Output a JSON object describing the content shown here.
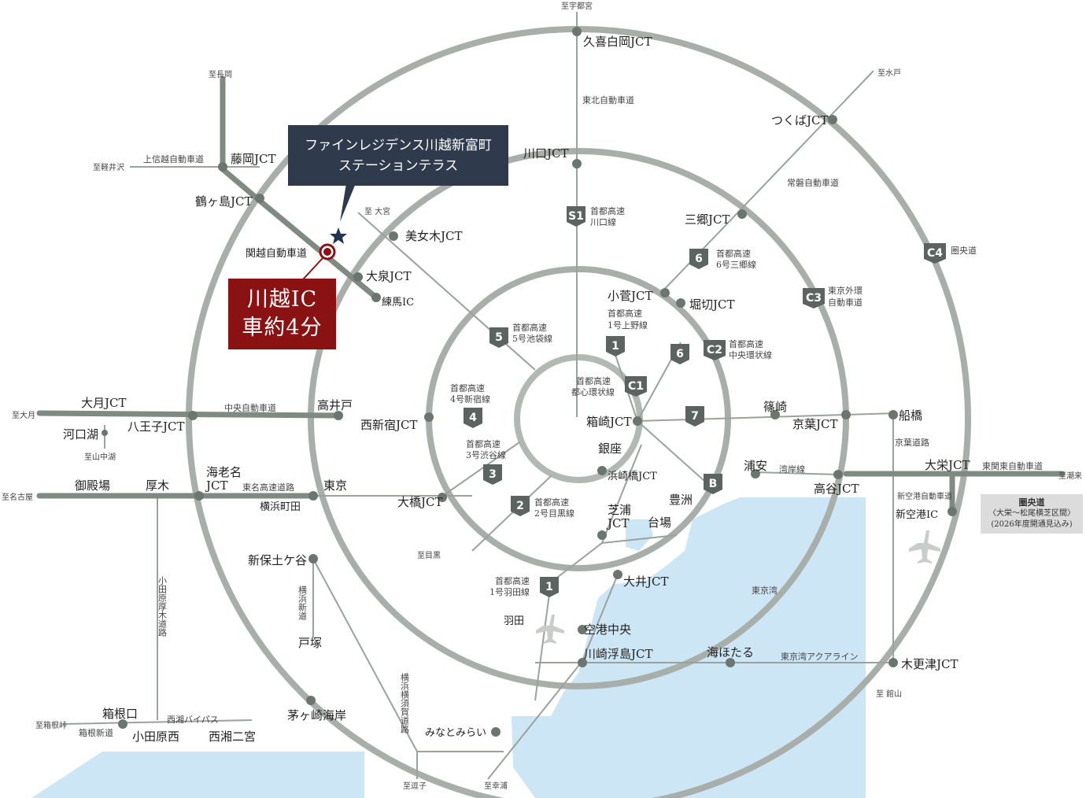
{
  "callout": {
    "line1": "ファインレジデンス川越新富町",
    "line2": "ステーションテラス"
  },
  "ic_box": {
    "line1": "川越IC",
    "line2": "車約4分"
  },
  "note": {
    "title": "圏央道",
    "line1": "〈大栄～松尾横芝区間〉",
    "line2": "(2026年度開通見込み)"
  },
  "labels": {
    "to_utsunomiya": "至宇都宮",
    "kuki_jct": "久喜白岡JCT",
    "tohoku_exp": "東北自動車道",
    "to_mito": "至水戸",
    "tsukuba_jct": "つくばJCT",
    "joban_exp": "常磐自動車道",
    "to_nagaoka": "至長岡",
    "fujioka_jct": "藤岡JCT",
    "joshinetsu_exp": "上信越自動車道",
    "to_karuizawa": "至軽井沢",
    "tsurugashima_jct": "鶴ヶ島JCT",
    "kanetsu_exp": "関越自動車道",
    "oizumi_jct": "大泉JCT",
    "nerima_ic": "練馬IC",
    "to_omiya": "至 大宮",
    "bijogi_jct": "美女木JCT",
    "kawaguchi_jct": "川口JCT",
    "shuto_kawaguchi_1": "首都高速",
    "shuto_kawaguchi_2": "川口線",
    "misato_jct": "三郷JCT",
    "shuto_6misato_1": "首都高速",
    "shuto_6misato_2": "6号三郷線",
    "kosuge_jct": "小菅JCT",
    "horikiri_jct": "堀切JCT",
    "shuto_1ueno_1": "首都高速",
    "shuto_1ueno_2": "1号上野線",
    "shuto_5_1": "首都高速",
    "shuto_5_2": "5号池袋線",
    "gaikan_1": "東京外環",
    "gaikan_2": "自動車道",
    "ken_o": "圏央道",
    "shuto_c2_1": "首都高速",
    "shuto_c2_2": "中央環状線",
    "shuto_c1_1": "首都高速",
    "shuto_c1_2": "都心環状線",
    "ootsuki_jct": "大月JCT",
    "to_ootsuki": "至大月",
    "hachioji_jct": "八王子JCT",
    "chuo_exp": "中央自動車道",
    "takaido": "高井戸",
    "kawaguchiko": "河口湖",
    "to_yamanakako": "至山中湖",
    "shuto_4_1": "首都高速",
    "shuto_4_2": "4号新宿線",
    "nishishinjuku_jct": "西新宿JCT",
    "hakozaki_jct": "箱崎JCT",
    "shinozaki": "篠崎",
    "keiyo_jct": "京葉JCT",
    "funabashi": "船橋",
    "keiyo_road": "京葉道路",
    "shuto_3_1": "首都高速",
    "shuto_3_2": "3号渋谷線",
    "ginza": "銀座",
    "hamazakibashi_jct": "浜崎橋JCT",
    "urayasu": "浦安",
    "wangan": "湾岸線",
    "koya_jct": "高谷JCT",
    "taiei_jct": "大栄JCT",
    "higashikanto_exp": "東関東自動車道",
    "to_itako": "至潮来",
    "shinkuko_exp": "新空港自動車道",
    "shinkuko_ic": "新空港IC",
    "to_nagoya": "至名古屋",
    "gotemba": "御殿場",
    "atsugi": "厚木",
    "ebina_jct_1": "海老名",
    "ebina_jct_2": "JCT",
    "tomei_exp": "東名高速道路",
    "tokyo": "東京",
    "yokohama_machida": "横浜町田",
    "ohashi_jct": "大橋JCT",
    "shuto_2_1": "首都高速",
    "shuto_2_2": "2号目黒線",
    "shibaura_jct_1": "芝浦",
    "shibaura_jct_2": "JCT",
    "toyosu": "豊洲",
    "daiba": "台場",
    "to_meguro": "至目黒",
    "shinhodogaya": "新保土ケ谷",
    "yokohama_shindo": "横浜新道",
    "odawara_atsugi": "小田原厚木道路",
    "totsuka": "戸塚",
    "shuto_1haneda_1": "首都高速",
    "shuto_1haneda_2": "1号羽田線",
    "oi_jct": "大井JCT",
    "tokyo_bay": "東京湾",
    "haneda": "羽田",
    "kuko_chuo": "空港中央",
    "kawasaki_ukishima_jct": "川崎浮島JCT",
    "umihotaru": "海ほたる",
    "aqualine": "東京湾アクアライン",
    "kisarazu_jct": "木更津JCT",
    "chigasaki": "茅ヶ崎海岸",
    "yokoyoko": "横浜横須賀道路",
    "hakone_guchi": "箱根口",
    "to_hakone": "至箱根峠",
    "hakone_shindo": "箱根新道",
    "seisho_bypass": "西湘バイパス",
    "odawara_nishi": "小田原西",
    "seisho_ninomiya": "西湘二宮",
    "minatomirai": "みなとみらい",
    "to_zushi": "至逗子",
    "to_kohnan": "至幸浦",
    "to_tateyama": "至 館山"
  },
  "shields": {
    "s1": "S1",
    "six_a": "6",
    "six_b": "6",
    "one_a": "1",
    "one_b": "1",
    "five": "5",
    "four": "4",
    "three": "3",
    "two": "2",
    "seven": "7",
    "c1": "C1",
    "c2": "C2",
    "c3": "C3",
    "c4": "C4",
    "b": "B"
  },
  "colors": {
    "road": "#7f8a83",
    "ring": "#a8aea9",
    "water": "#cde6f6",
    "shield": "#5b6460",
    "callout": "#2f3b4c",
    "ic": "#8a1212",
    "star": "#243452"
  }
}
